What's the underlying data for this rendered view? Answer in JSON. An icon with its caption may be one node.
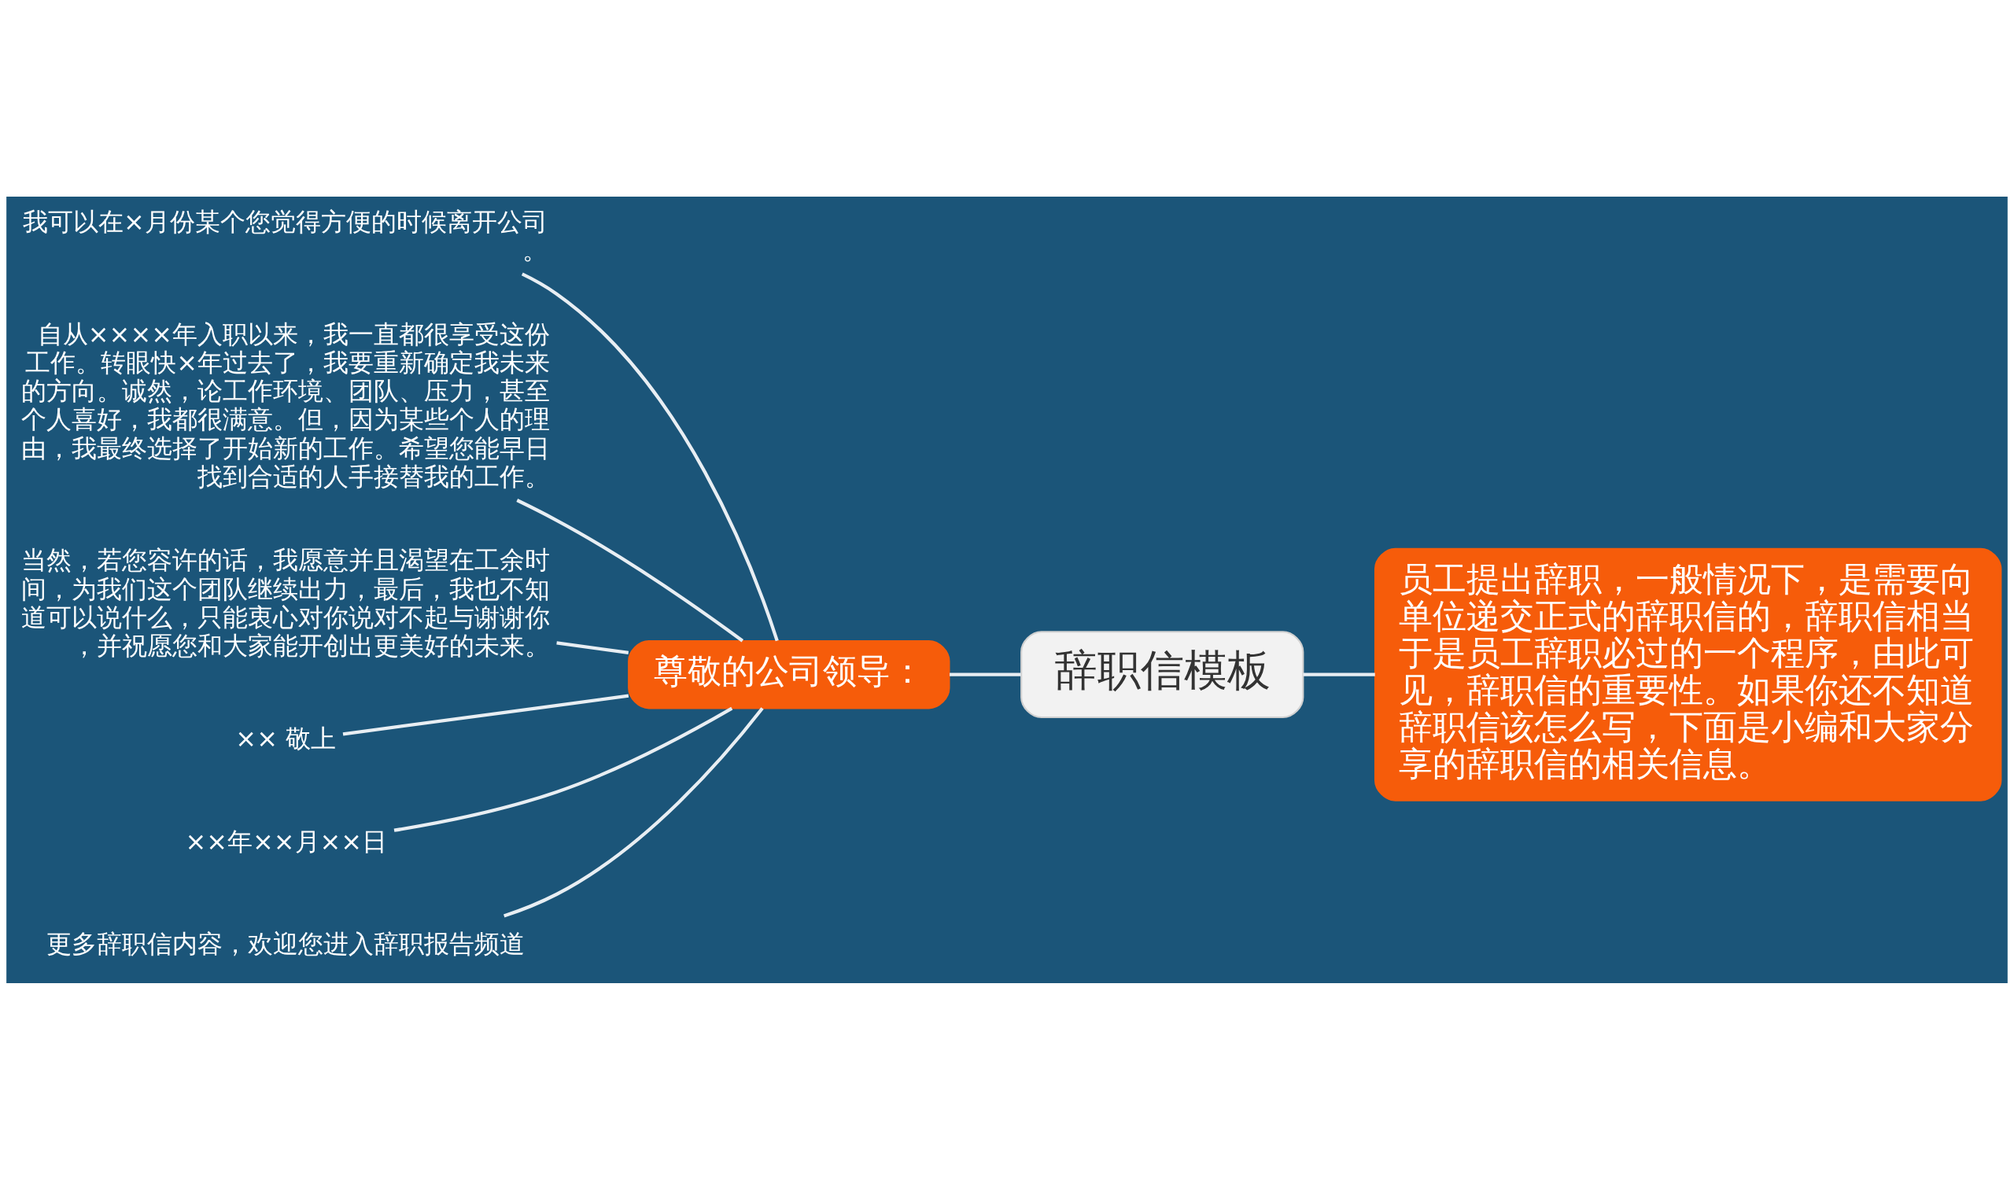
{
  "diagram": {
    "nodes": [
      {
        "text": [
          "辞职信模板"
        ]
      },
      {
        "text": [
          "员工提出辞职，一般情况下，是需要向单位递交正式的辞职信的，辞职信相当于是员工辞职必过的一个程序，由此可见，辞职信的重要性。如果你还不知道辞职信该怎么写，下面是小编和大家分享的辞职信的相关信息。"
        ]
      },
      {
        "text": [
          "尊敬的公司领导："
        ]
      },
      {
        "text": [
          "我可以在×月份某个您觉得方便的时候离开公司。"
        ]
      },
      {
        "text": [
          "自从××××年入职以来，我一直都很享受这份工作。转眼快×年过去了，我要重新确定我未来的方向。诚然，论工作环境、团队、压力，甚至个人喜好，我都很满意。但，因为某些个人的理由，我最终选择了开始新的工作。希望您能早日找到合适的人手接替我的工作。"
        ]
      },
      {
        "text": [
          "当然，若您容许的话，我愿意并且渴望在工余时间，为我们这个团队继续出力，最后，我也不知道可以说什么，只能衷心对你说对不起与谢谢你，并祝愿您和大家能开创出更美好的未来。"
        ]
      },
      {
        "text": [
          "×× 敬上"
        ]
      },
      {
        "text": [
          "××年××月××日"
        ]
      },
      {
        "text": [
          "更多辞职信内容，欢迎您进入辞职报告频道"
        ]
      }
    ],
    "edges": [
      {
        "from": 0,
        "to": 1,
        "arrow": "none"
      },
      {
        "from": 2,
        "to": 0,
        "arrow": "none"
      },
      {
        "from": 3,
        "to": 2,
        "arrow": "none"
      },
      {
        "from": 4,
        "to": 2,
        "arrow": "none"
      },
      {
        "from": 5,
        "to": 2,
        "arrow": "none"
      },
      {
        "from": 6,
        "to": 2,
        "arrow": "none"
      },
      {
        "from": 7,
        "to": 2,
        "arrow": "none"
      },
      {
        "from": 8,
        "to": 2,
        "arrow": "none"
      }
    ]
  }
}
